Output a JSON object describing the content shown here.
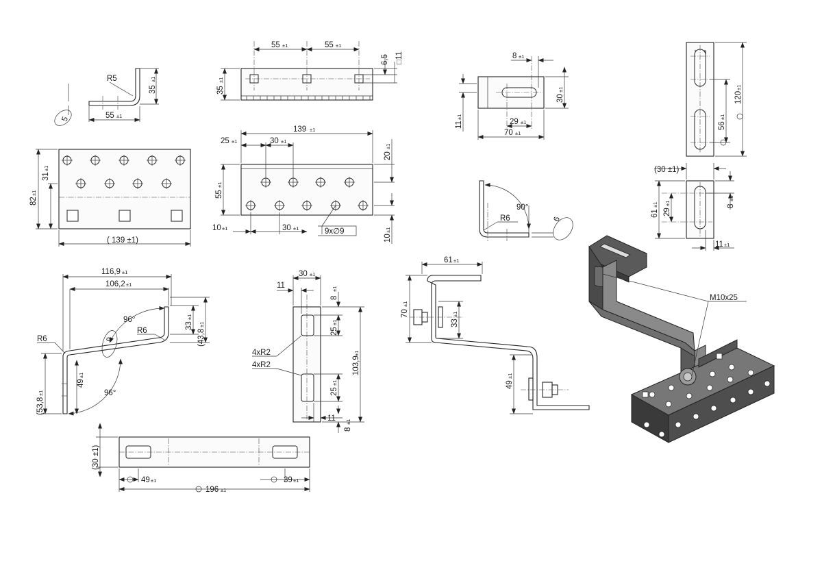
{
  "tolerance_label": "±1",
  "v_bent_strip": {
    "radius": "R5",
    "height": "35",
    "length": "55",
    "thickness": "5"
  },
  "v_slotted_strip_top": {
    "spacing_1": "55",
    "spacing_2": "55",
    "height": "35",
    "hole_offset": "6,5",
    "hole_square": "□11"
  },
  "v_base_plate_left": {
    "height_total": "82",
    "hole_row_offset": "31",
    "width": "( 139 ±1)"
  },
  "v_base_plate_center": {
    "width": "139",
    "first_offset": "25",
    "spacing": "30",
    "top_row_height": "20",
    "height": "55",
    "left_offset": "10",
    "bottom_spacing": "30",
    "bottom_offset": "10",
    "holes_callout": "9x∅9"
  },
  "v_slot_tab": {
    "slot_offset": "8",
    "height": "30",
    "left_dim": "11",
    "slot_length": "29",
    "width": "70"
  },
  "v_long_slot_plate": {
    "height": "120",
    "slot_spacing": "56"
  },
  "v_small_slot_plate": {
    "width": "(30 ±1)",
    "height": "61",
    "slot_length": "29",
    "right_offset": "8",
    "bottom_width": "11"
  },
  "v_angle_bend": {
    "angle": "90°",
    "radius": "R6",
    "thickness": "6"
  },
  "v_hook_profile": {
    "length_total": "116,9",
    "length_inner": "106,2",
    "angle_top": "96°",
    "radius_right": "R6",
    "radius_left": "R6",
    "thickness": "9",
    "rise": "33",
    "rise_total": "(43,8",
    "left_height": "(53,8",
    "left_inner": "49",
    "angle_bottom": "96°"
  },
  "v_slotted_bar_vertical": {
    "width": "30",
    "left_edge": "11",
    "top_offset": "8",
    "radius_callout_1": "4xR2",
    "radius_callout_2": "4xR2",
    "slot_height_top": "25",
    "height_total": "103,9",
    "slot_height_bottom": "25",
    "bottom_edge": "11",
    "bottom_offset": "8"
  },
  "v_assembly_side": {
    "top_length": "61",
    "total_height": "70",
    "bolt_offset": "33",
    "lower_height": "49"
  },
  "v_flat_bar_bottom": {
    "height": "(30 ±1)",
    "left_slot": "49",
    "total_length": "196",
    "right_slot": "39"
  },
  "v_isometric": {
    "bolt_label": "M10x25"
  }
}
